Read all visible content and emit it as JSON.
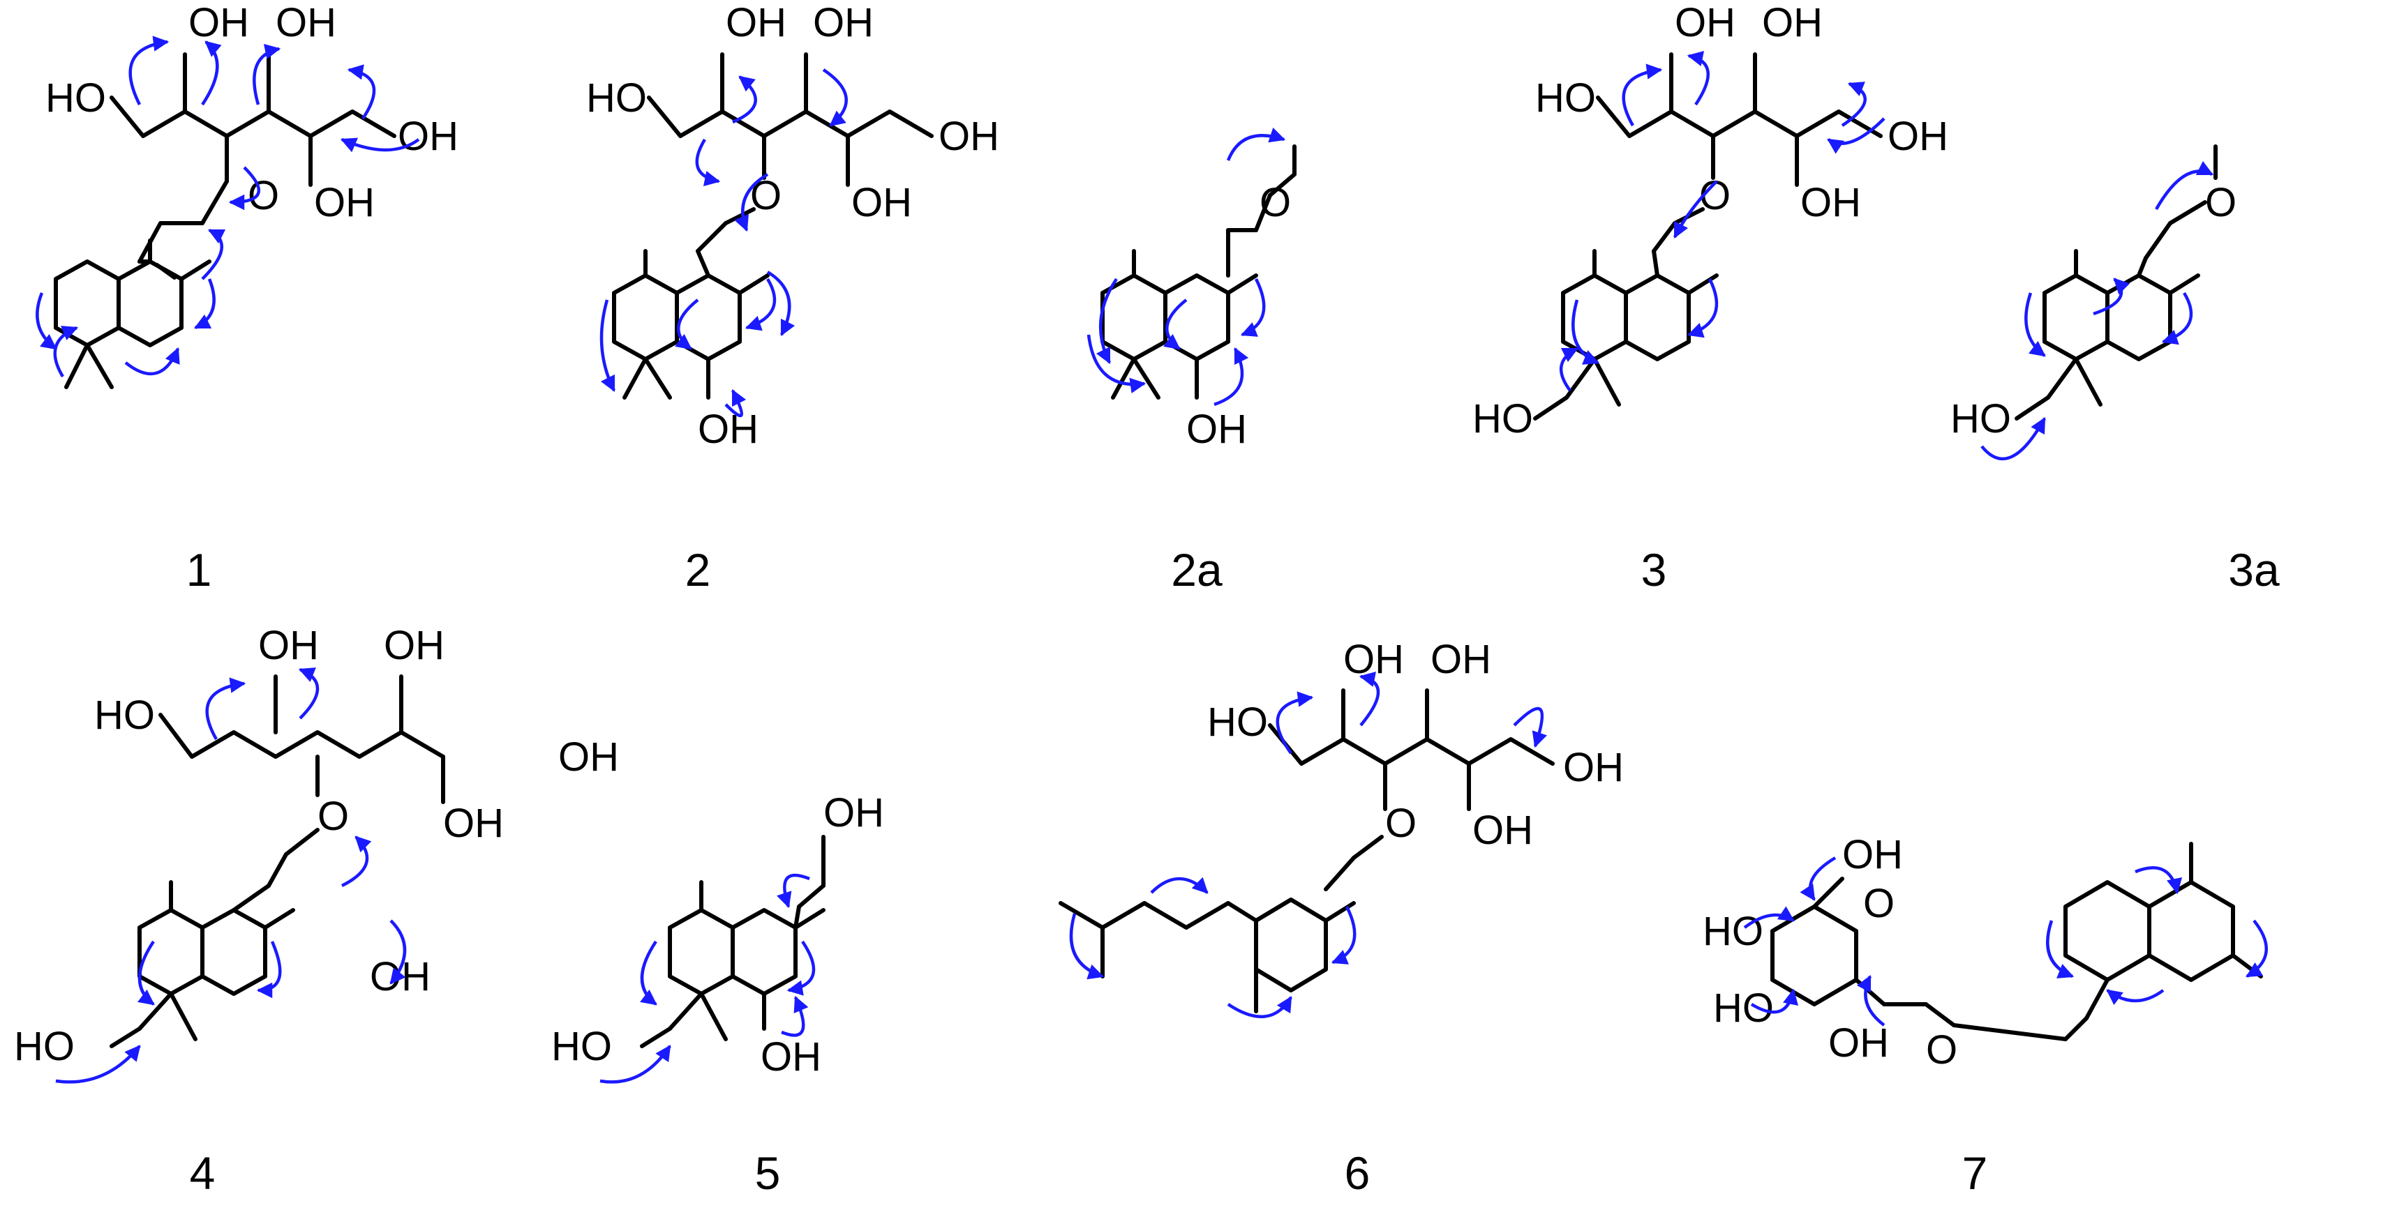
{
  "compounds": [
    {
      "label": "1"
    },
    {
      "label": "2"
    },
    {
      "label": "2a"
    },
    {
      "label": "3"
    },
    {
      "label": "3a"
    },
    {
      "label": "4"
    },
    {
      "label": "5"
    },
    {
      "label": "6"
    },
    {
      "label": "7"
    }
  ],
  "atom_text": {
    "OH": "OH",
    "HO": "HO",
    "O": "O"
  },
  "colors": {
    "bond": "#000000",
    "hmbc_arrow": "#1a1aff"
  }
}
